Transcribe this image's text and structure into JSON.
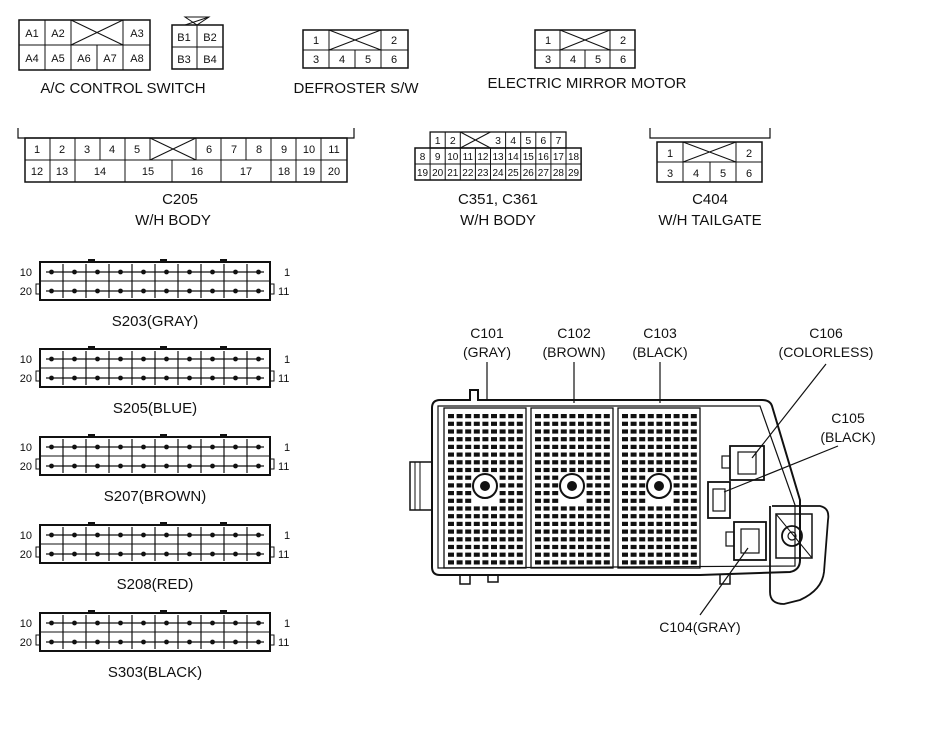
{
  "connectors": {
    "ac_switch": {
      "caption": "A/C CONTROL SWITCH",
      "row1": [
        "A1",
        "A2",
        "A3"
      ],
      "row2": [
        "A4",
        "A5",
        "A6",
        "A7",
        "A8"
      ]
    },
    "b_plug": {
      "row1": [
        "B1",
        "B2"
      ],
      "row2": [
        "B3",
        "B4"
      ]
    },
    "defroster": {
      "caption": "DEFROSTER S/W",
      "row1": [
        "1",
        "2"
      ],
      "row2": [
        "3",
        "4",
        "5",
        "6"
      ]
    },
    "mirror": {
      "caption": "ELECTRIC MIRROR MOTOR",
      "row1": [
        "1",
        "2"
      ],
      "row2": [
        "3",
        "4",
        "5",
        "6"
      ]
    },
    "c205": {
      "caption1": "C205",
      "caption2": "W/H BODY",
      "row1": [
        "1",
        "2",
        "3",
        "4",
        "5",
        "6",
        "7",
        "8",
        "9",
        "10",
        "11"
      ],
      "row2": [
        "12",
        "13",
        "14",
        "15",
        "16",
        "17",
        "18",
        "19",
        "20"
      ]
    },
    "c351": {
      "caption1": "C351, C361",
      "caption2": "W/H BODY",
      "row1": [
        "1",
        "2",
        "3",
        "4",
        "5",
        "6",
        "7"
      ],
      "row2": [
        "8",
        "9",
        "10",
        "11",
        "12",
        "13",
        "14",
        "15",
        "16",
        "17",
        "18"
      ],
      "row3": [
        "19",
        "20",
        "21",
        "22",
        "23",
        "24",
        "25",
        "26",
        "27",
        "28",
        "29"
      ]
    },
    "c404": {
      "caption1": "C404",
      "caption2": "W/H TAILGATE",
      "row1": [
        "1",
        "2"
      ],
      "row2": [
        "3",
        "4",
        "5",
        "6"
      ]
    }
  },
  "splices": [
    {
      "caption": "S203(GRAY)",
      "left_top": "10",
      "left_bottom": "20",
      "right_top": "1",
      "right_bottom": "11"
    },
    {
      "caption": "S205(BLUE)",
      "left_top": "10",
      "left_bottom": "20",
      "right_top": "1",
      "right_bottom": "11"
    },
    {
      "caption": "S207(BROWN)",
      "left_top": "10",
      "left_bottom": "20",
      "right_top": "1",
      "right_bottom": "11"
    },
    {
      "caption": "S208(RED)",
      "left_top": "10",
      "left_bottom": "20",
      "right_top": "1",
      "right_bottom": "11"
    },
    {
      "caption": "S303(BLACK)",
      "left_top": "10",
      "left_bottom": "20",
      "right_top": "1",
      "right_bottom": "11"
    }
  ],
  "junction_block": {
    "c101": {
      "name": "C101",
      "color": "(GRAY)"
    },
    "c102": {
      "name": "C102",
      "color": "(BROWN)"
    },
    "c103": {
      "name": "C103",
      "color": "(BLACK)"
    },
    "c106": {
      "name": "C106",
      "color": "(COLORLESS)"
    },
    "c105": {
      "name": "C105",
      "color": "(BLACK)"
    },
    "c104": {
      "label": "C104(GRAY)"
    }
  }
}
